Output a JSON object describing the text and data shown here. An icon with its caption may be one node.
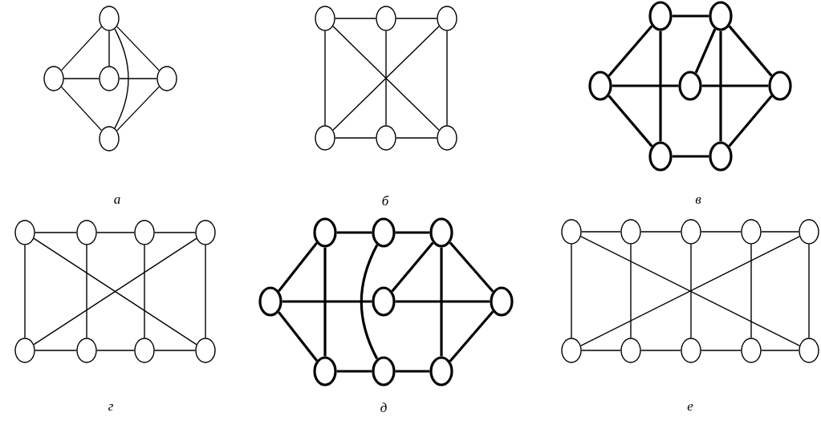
{
  "diagram": {
    "nodes": [
      {
        "text": [],
        "shape": "circle"
      },
      {
        "text": [],
        "shape": "circle"
      },
      {
        "text": [],
        "shape": "circle"
      },
      {
        "text": [],
        "shape": "circle"
      },
      {
        "text": [],
        "shape": "circle"
      },
      {
        "text": [],
        "shape": "circle"
      },
      {
        "text": [],
        "shape": "circle"
      },
      {
        "text": [],
        "shape": "circle"
      },
      {
        "text": [],
        "shape": "circle"
      },
      {
        "text": [],
        "shape": "circle"
      },
      {
        "text": [],
        "shape": "circle"
      },
      {
        "text": [],
        "shape": "circle"
      },
      {
        "text": [],
        "shape": "circle"
      },
      {
        "text": [],
        "shape": "circle"
      },
      {
        "text": [],
        "shape": "circle"
      },
      {
        "text": [],
        "shape": "circle"
      },
      {
        "text": [],
        "shape": "circle"
      },
      {
        "text": [],
        "shape": "circle"
      },
      {
        "text": [],
        "shape": "circle"
      },
      {
        "text": [],
        "shape": "circle"
      },
      {
        "text": [],
        "shape": "circle"
      },
      {
        "text": [],
        "shape": "circle"
      },
      {
        "text": [],
        "shape": "circle"
      },
      {
        "text": [],
        "shape": "circle"
      },
      {
        "text": [],
        "shape": "circle"
      },
      {
        "text": [],
        "shape": "circle"
      },
      {
        "text": [],
        "shape": "circle"
      },
      {
        "text": [],
        "shape": "circle"
      },
      {
        "text": [],
        "shape": "circle"
      },
      {
        "text": [],
        "shape": "circle"
      },
      {
        "text": [],
        "shape": "circle"
      },
      {
        "text": [],
        "shape": "circle"
      },
      {
        "text": [],
        "shape": "circle"
      },
      {
        "text": [],
        "shape": "circle"
      },
      {
        "text": [],
        "shape": "circle"
      },
      {
        "text": [],
        "shape": "circle"
      },
      {
        "text": [],
        "shape": "circle"
      },
      {
        "text": [],
        "shape": "circle"
      },
      {
        "text": [],
        "shape": "circle"
      },
      {
        "text": [],
        "shape": "circle"
      },
      {
        "text": [],
        "shape": "circle"
      },
      {
        "text": [],
        "shape": "circle"
      },
      {
        "text": [],
        "shape": "circle"
      },
      {
        "text": [],
        "shape": "circle"
      },
      {
        "text": [],
        "shape": "circle"
      }
    ],
    "edges": [
      {
        "from": 0,
        "to": 1,
        "arrow": "none"
      },
      {
        "from": 0,
        "to": 2,
        "arrow": "none"
      },
      {
        "from": 0,
        "to": 3,
        "arrow": "none"
      },
      {
        "from": 0,
        "to": 4,
        "arrow": "none"
      },
      {
        "from": 1,
        "to": 2,
        "arrow": "none"
      },
      {
        "from": 2,
        "to": 3,
        "arrow": "none"
      },
      {
        "from": 1,
        "to": 4,
        "arrow": "none"
      },
      {
        "from": 3,
        "to": 4,
        "arrow": "none"
      },
      {
        "from": 5,
        "to": 6,
        "arrow": "none"
      },
      {
        "from": 6,
        "to": 7,
        "arrow": "none"
      },
      {
        "from": 8,
        "to": 9,
        "arrow": "none"
      },
      {
        "from": 9,
        "to": 10,
        "arrow": "none"
      },
      {
        "from": 5,
        "to": 8,
        "arrow": "none"
      },
      {
        "from": 6,
        "to": 9,
        "arrow": "none"
      },
      {
        "from": 7,
        "to": 10,
        "arrow": "none"
      },
      {
        "from": 5,
        "to": 10,
        "arrow": "none"
      },
      {
        "from": 7,
        "to": 8,
        "arrow": "none"
      },
      {
        "from": 11,
        "to": 12,
        "arrow": "none",
        "style": "thick"
      },
      {
        "from": 13,
        "to": 11,
        "arrow": "none",
        "style": "thick"
      },
      {
        "from": 11,
        "to": 16,
        "arrow": "none",
        "style": "thick"
      },
      {
        "from": 12,
        "to": 14,
        "arrow": "none",
        "style": "thick"
      },
      {
        "from": 12,
        "to": 17,
        "arrow": "none",
        "style": "thick"
      },
      {
        "from": 12,
        "to": 15,
        "arrow": "none",
        "style": "thick"
      },
      {
        "from": 13,
        "to": 14,
        "arrow": "none",
        "style": "thick"
      },
      {
        "from": 14,
        "to": 15,
        "arrow": "none",
        "style": "thick"
      },
      {
        "from": 13,
        "to": 16,
        "arrow": "none",
        "style": "thick"
      },
      {
        "from": 16,
        "to": 17,
        "arrow": "none",
        "style": "thick"
      },
      {
        "from": 17,
        "to": 15,
        "arrow": "none",
        "style": "thick"
      },
      {
        "from": 18,
        "to": 19,
        "arrow": "none"
      },
      {
        "from": 19,
        "to": 20,
        "arrow": "none"
      },
      {
        "from": 20,
        "to": 21,
        "arrow": "none"
      },
      {
        "from": 22,
        "to": 23,
        "arrow": "none"
      },
      {
        "from": 23,
        "to": 24,
        "arrow": "none"
      },
      {
        "from": 24,
        "to": 25,
        "arrow": "none"
      },
      {
        "from": 18,
        "to": 22,
        "arrow": "none"
      },
      {
        "from": 19,
        "to": 23,
        "arrow": "none"
      },
      {
        "from": 20,
        "to": 24,
        "arrow": "none"
      },
      {
        "from": 21,
        "to": 25,
        "arrow": "none"
      },
      {
        "from": 18,
        "to": 25,
        "arrow": "none"
      },
      {
        "from": 21,
        "to": 22,
        "arrow": "none"
      },
      {
        "from": 26,
        "to": 27,
        "arrow": "none",
        "style": "thick"
      },
      {
        "from": 27,
        "to": 28,
        "arrow": "none",
        "style": "thick"
      },
      {
        "from": 29,
        "to": 26,
        "arrow": "none",
        "style": "thick"
      },
      {
        "from": 26,
        "to": 32,
        "arrow": "none",
        "style": "thick"
      },
      {
        "from": 27,
        "to": 33,
        "arrow": "none",
        "style": "thick"
      },
      {
        "from": 28,
        "to": 30,
        "arrow": "none",
        "style": "thick"
      },
      {
        "from": 28,
        "to": 34,
        "arrow": "none",
        "style": "thick"
      },
      {
        "from": 28,
        "to": 31,
        "arrow": "none",
        "style": "thick"
      },
      {
        "from": 29,
        "to": 30,
        "arrow": "none",
        "style": "thick"
      },
      {
        "from": 30,
        "to": 31,
        "arrow": "none",
        "style": "thick"
      },
      {
        "from": 29,
        "to": 32,
        "arrow": "none",
        "style": "thick"
      },
      {
        "from": 32,
        "to": 33,
        "arrow": "none",
        "style": "thick"
      },
      {
        "from": 33,
        "to": 34,
        "arrow": "none",
        "style": "thick"
      },
      {
        "from": 34,
        "to": 31,
        "arrow": "none",
        "style": "thick"
      },
      {
        "from": 35,
        "to": 36,
        "arrow": "none"
      },
      {
        "from": 36,
        "to": 37,
        "arrow": "none"
      },
      {
        "from": 37,
        "to": 38,
        "arrow": "none"
      },
      {
        "from": 38,
        "to": 39,
        "arrow": "none"
      },
      {
        "from": 40,
        "to": 41,
        "arrow": "none"
      },
      {
        "from": 41,
        "to": 42,
        "arrow": "none"
      },
      {
        "from": 42,
        "to": 43,
        "arrow": "none"
      },
      {
        "from": 43,
        "to": 44,
        "arrow": "none"
      },
      {
        "from": 35,
        "to": 40,
        "arrow": "none"
      },
      {
        "from": 36,
        "to": 41,
        "arrow": "none"
      },
      {
        "from": 37,
        "to": 42,
        "arrow": "none"
      },
      {
        "from": 38,
        "to": 43,
        "arrow": "none"
      },
      {
        "from": 39,
        "to": 44,
        "arrow": "none"
      },
      {
        "from": 35,
        "to": 44,
        "arrow": "none"
      },
      {
        "from": 39,
        "to": 40,
        "arrow": "none"
      }
    ],
    "labels": [
      "а",
      "б",
      "в",
      "г",
      "д",
      "е"
    ]
  }
}
